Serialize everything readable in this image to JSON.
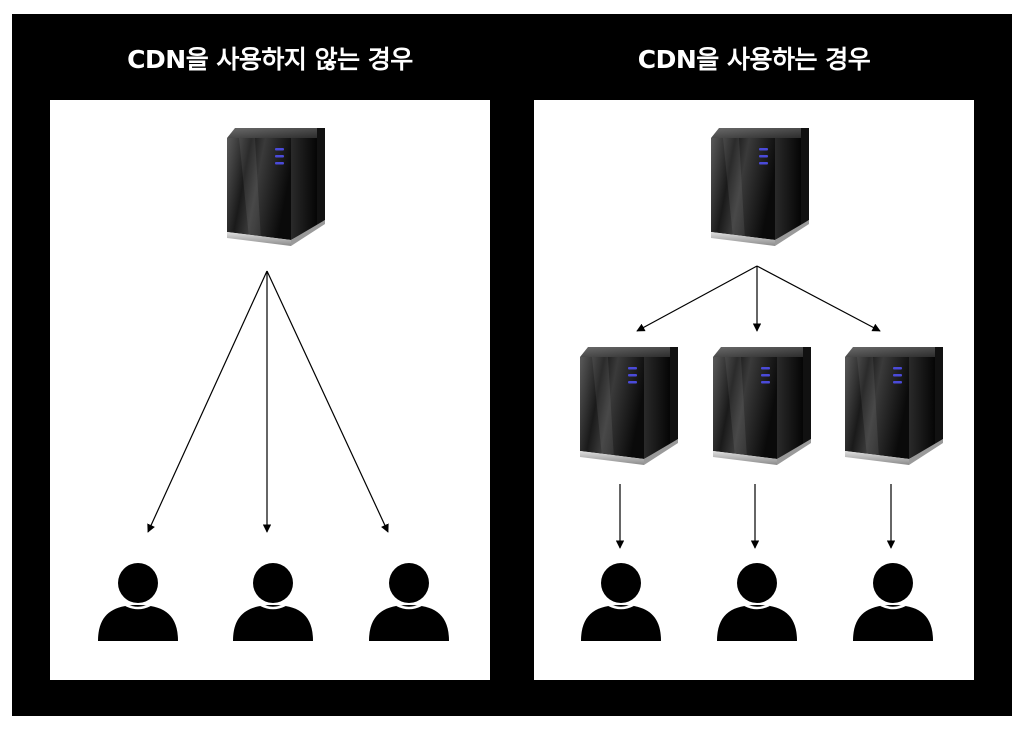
{
  "panels": [
    {
      "id": "without-cdn",
      "title": "CDN을 사용하지 않는 경우",
      "origin_server": "server-icon",
      "edge_servers": [],
      "users": [
        "user-icon",
        "user-icon",
        "user-icon"
      ]
    },
    {
      "id": "with-cdn",
      "title": "CDN을 사용하는 경우",
      "origin_server": "server-icon",
      "edge_servers": [
        "server-icon",
        "server-icon",
        "server-icon"
      ],
      "users": [
        "user-icon",
        "user-icon",
        "user-icon"
      ]
    }
  ],
  "colors": {
    "frame": "#000000",
    "panel": "#ffffff",
    "title": "#ffffff",
    "server_led": "#4a4ad8",
    "user": "#000000",
    "arrow": "#000000"
  }
}
